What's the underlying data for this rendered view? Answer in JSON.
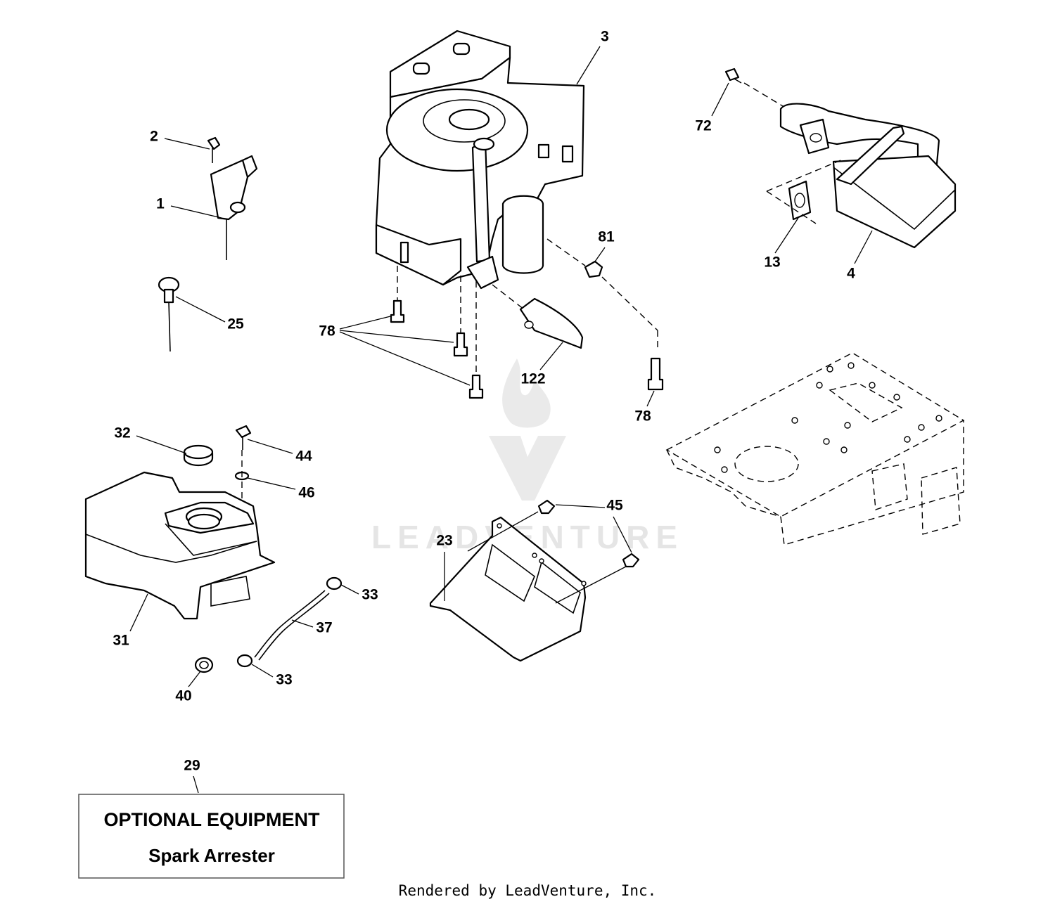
{
  "labels": {
    "p1": "1",
    "p2": "2",
    "p3": "3",
    "p4": "4",
    "p13": "13",
    "p23": "23",
    "p25": "25",
    "p29": "29",
    "p31": "31",
    "p32": "32",
    "p33a": "33",
    "p33b": "33",
    "p37": "37",
    "p40": "40",
    "p44": "44",
    "p45": "45",
    "p46": "46",
    "p72": "72",
    "p78a": "78",
    "p78b": "78",
    "p81": "81",
    "p122": "122"
  },
  "optional_box": {
    "title": "OPTIONAL EQUIPMENT",
    "subtitle": "Spark Arrester"
  },
  "watermark": {
    "text": "LEADVENTURE"
  },
  "footer": {
    "credit": "Rendered by LeadVenture, Inc."
  }
}
